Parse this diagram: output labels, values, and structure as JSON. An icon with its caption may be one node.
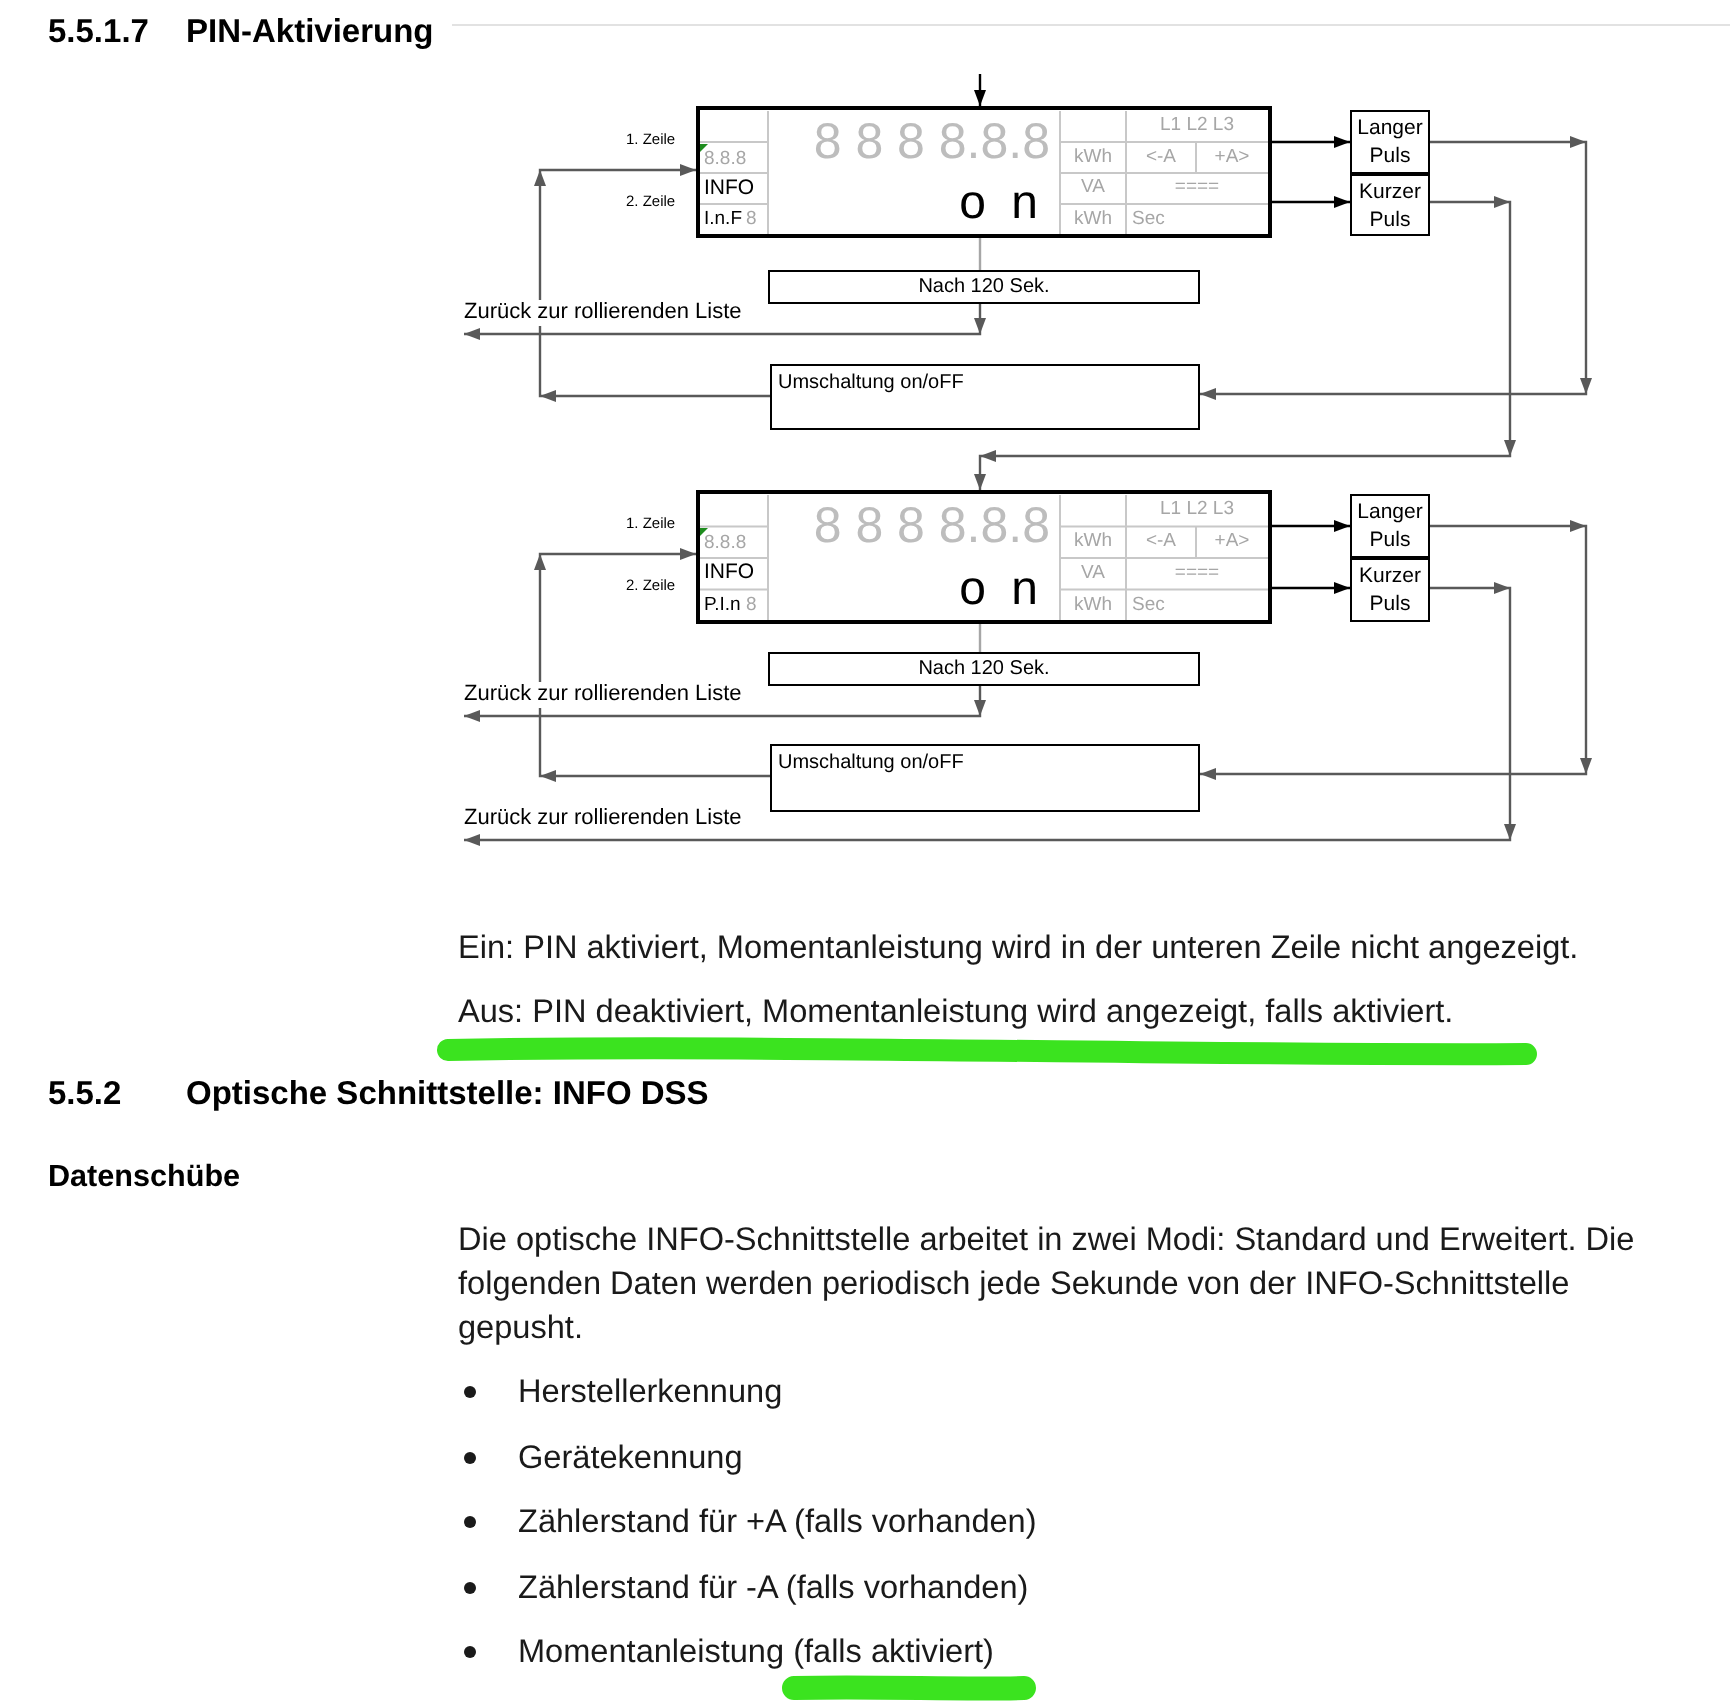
{
  "diagram": {
    "title": "5.5.1.7 PIN-Aktivierung",
    "nodes": [
      {
        "text": [
          "8 8 8 8.8.8",
          "L1 L2 L3",
          "8.8.8",
          "kWh",
          "<-A",
          "+A>",
          "INFO",
          "o n",
          "VA",
          "====",
          "I.n.F",
          "8",
          "kWh",
          "Sec"
        ],
        "beside": [
          "1. Zeile",
          "2. Zeile"
        ]
      },
      {
        "text": [
          "Langer Puls"
        ]
      },
      {
        "text": [
          "Kurzer Puls"
        ]
      },
      {
        "text": [
          "Nach 120 Sek."
        ]
      },
      {
        "text": [
          "Umschaltung on/oFF"
        ]
      },
      {
        "text": [
          "8 8 8 8.8.8",
          "L1 L2 L3",
          "8.8.8",
          "kWh",
          "<-A",
          "+A>",
          "INFO",
          "o n",
          "VA",
          "====",
          "P.I.n",
          "8",
          "kWh",
          "Sec"
        ],
        "beside": [
          "1. Zeile",
          "2. Zeile"
        ]
      },
      {
        "text": [
          "Langer Puls"
        ]
      },
      {
        "text": [
          "Kurzer Puls"
        ]
      },
      {
        "text": [
          "Nach 120 Sek."
        ]
      },
      {
        "text": [
          "Umschaltung on/oFF"
        ]
      }
    ],
    "edges": [
      {
        "from": null,
        "to": 0,
        "arrow": "to",
        "color": "#000000"
      },
      {
        "from": 0,
        "to": 1,
        "arrow": "to",
        "color": "#000000"
      },
      {
        "from": 0,
        "to": 2,
        "arrow": "to",
        "color": "#000000"
      },
      {
        "from": 0,
        "to": 3,
        "arrow": "none",
        "color": "#a6a6a6"
      },
      {
        "from": 3,
        "to": null,
        "arrow": "to",
        "label": "Zurück zur rollierenden Liste"
      },
      {
        "from": 4,
        "to": 0,
        "arrow": "to"
      },
      {
        "from": 1,
        "to": 4,
        "arrow": "to"
      },
      {
        "from": 2,
        "to": 5,
        "arrow": "to"
      },
      {
        "from": 5,
        "to": 6,
        "arrow": "to",
        "color": "#000000"
      },
      {
        "from": 5,
        "to": 7,
        "arrow": "to",
        "color": "#000000"
      },
      {
        "from": 5,
        "to": 8,
        "arrow": "none",
        "color": "#a6a6a6"
      },
      {
        "from": 8,
        "to": null,
        "arrow": "to",
        "label": "Zurück zur rollierenden Liste"
      },
      {
        "from": 9,
        "to": 5,
        "arrow": "to"
      },
      {
        "from": 6,
        "to": 9,
        "arrow": "to"
      },
      {
        "from": 7,
        "to": null,
        "arrow": "to",
        "label": "Zurück zur rollierenden Liste"
      }
    ],
    "labels": [
      "Ein: PIN aktiviert, Momentanleistung wird in der unteren Zeile nicht angezeigt.",
      "Aus: PIN deaktiviert, Momentanleistung wird angezeigt, falls aktiviert.",
      "5.5.2 Optische Schnittstelle: INFO DSS",
      "Datenschübe",
      "Die optische INFO-Schnittstelle arbeitet in zwei Modi: Standard und Erweitert. Die folgenden Daten werden periodisch jede Sekunde von der INFO-Schnittstelle gepusht.",
      "Herstellerkennung",
      "Gerätekennung",
      "Zählerstand für +A (falls vorhanden)",
      "Zählerstand für -A (falls vorhanden)",
      "Momentanleistung (falls aktiviert)"
    ]
  }
}
